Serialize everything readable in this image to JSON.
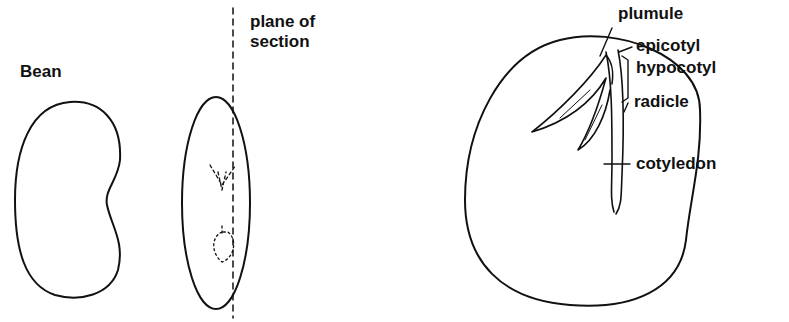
{
  "diagram": {
    "labels": [
      "Bean",
      "plane of section",
      "plumule",
      "epicotyl",
      "hypocotyl",
      "radicle",
      "cotyledon"
    ]
  }
}
